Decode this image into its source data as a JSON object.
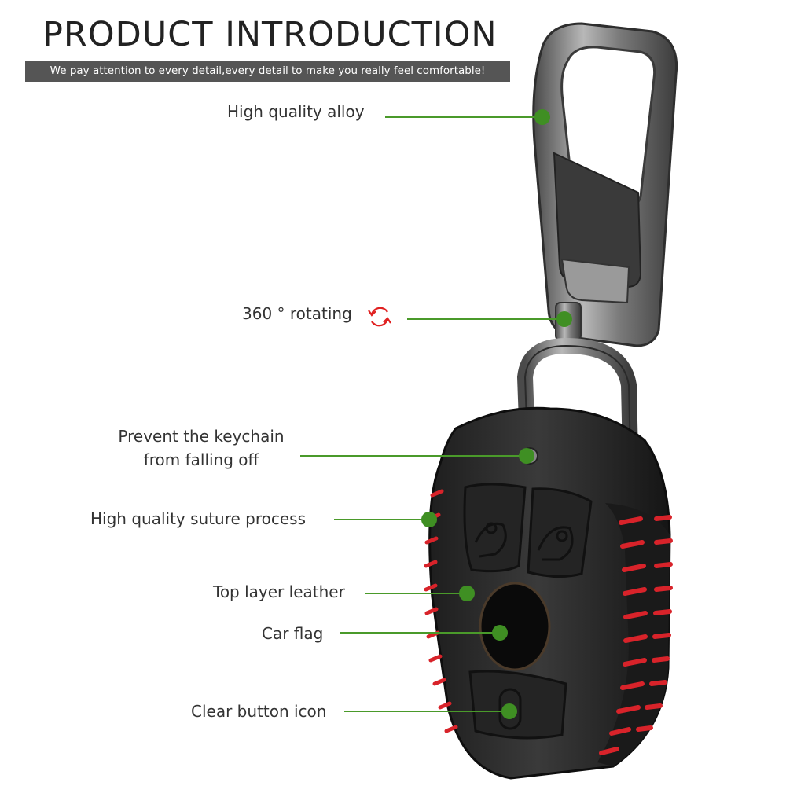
{
  "header": {
    "title": "PRODUCT INTRODUCTION",
    "subtitle": "We pay attention to every detail,every detail to make you really feel comfortable!"
  },
  "callouts": {
    "alloy": "High quality alloy",
    "rotating": "360 ° rotating",
    "prevent_line1": "Prevent the keychain",
    "prevent_line2": "from falling off",
    "suture": "High quality suture process",
    "leather": "Top layer leather",
    "flag": "Car flag",
    "button_icon": "Clear button icon"
  },
  "colors": {
    "callout_line": "#4a9a2a",
    "callout_dot": "#3f8f23",
    "stitch": "#d8232a",
    "leather": "#2b2b2b",
    "metal": "#6a6a6a",
    "rotate_icon": "#e02020"
  },
  "icons": {
    "rotate": "rotate-arrows-icon"
  }
}
